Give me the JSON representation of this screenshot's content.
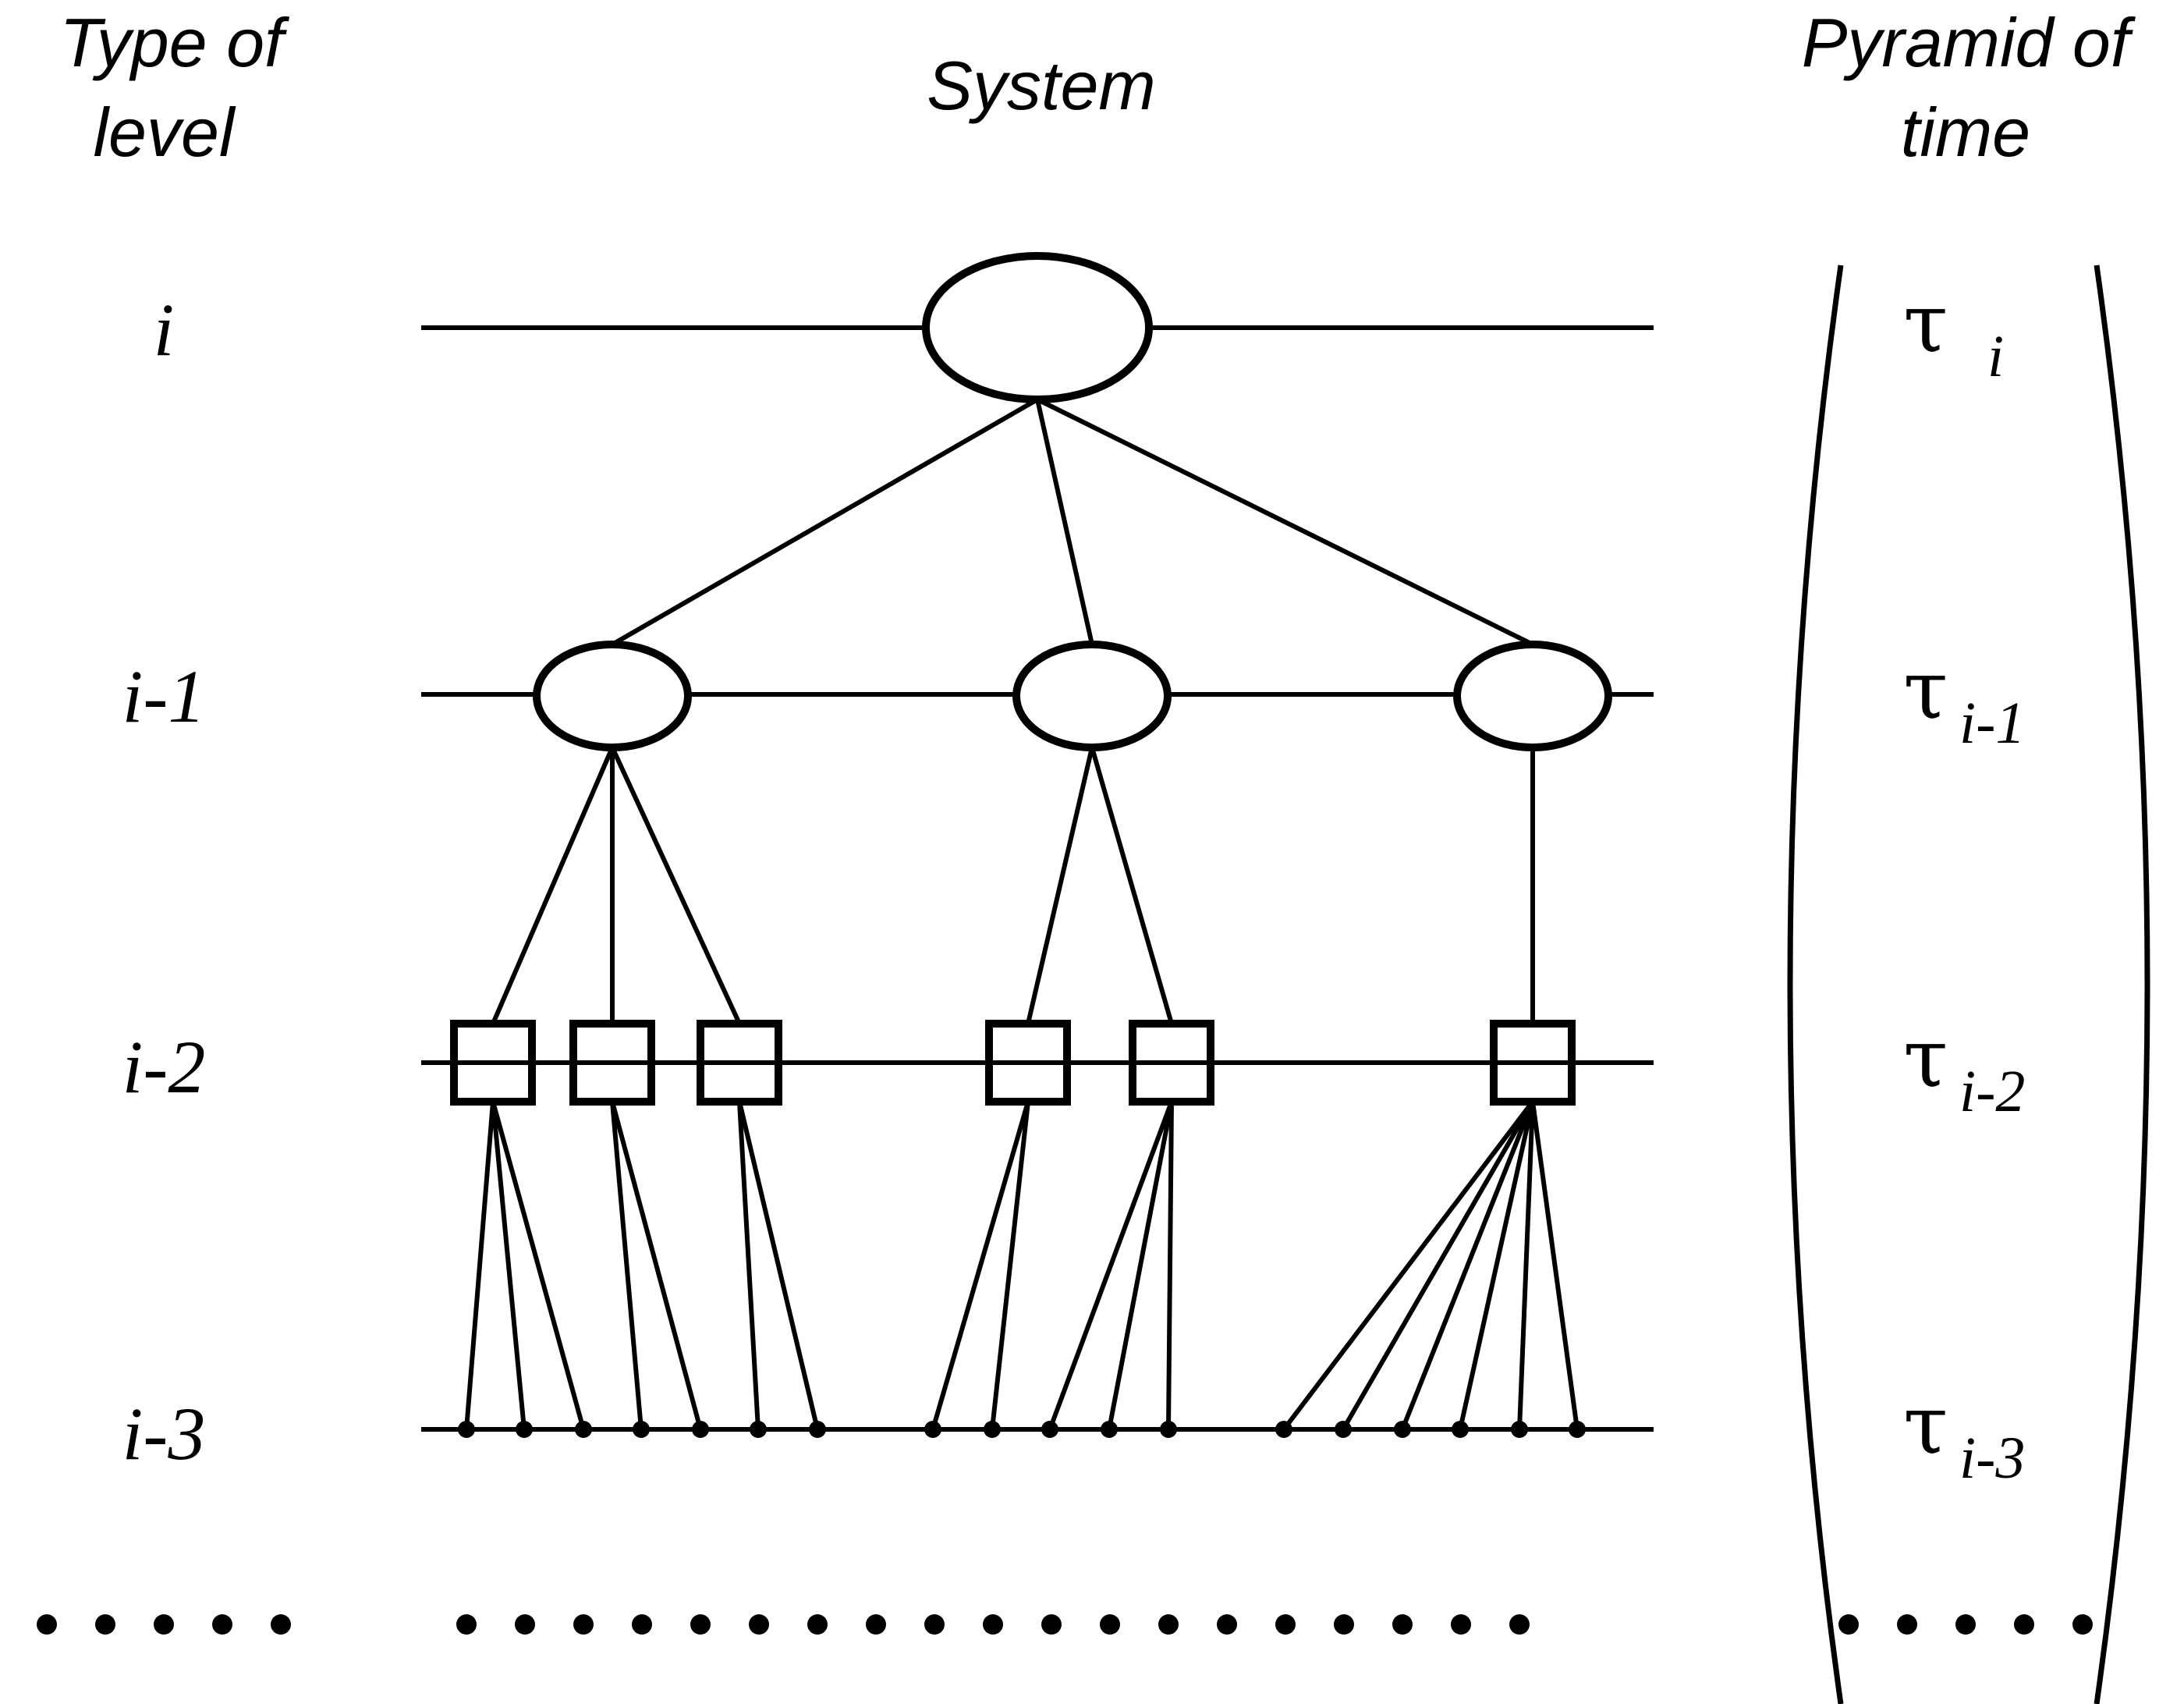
{
  "headers": {
    "type_of_level_line1": "Type of",
    "type_of_level_line2": "level",
    "system": "System",
    "pyramid_line1": "Pyramid of",
    "pyramid_line2": "time"
  },
  "levels": [
    {
      "label": "i",
      "tau": "τ",
      "tau_sub": "i"
    },
    {
      "label": "i-1",
      "tau": "τ",
      "tau_sub": "i-1"
    },
    {
      "label": "i-2",
      "tau": "τ",
      "tau_sub": "i-2"
    },
    {
      "label": "i-3",
      "tau": "τ",
      "tau_sub": "i-3"
    }
  ],
  "hierarchy": {
    "top_node": "ellipse",
    "level_1_nodes": 3,
    "level_2_children_per_level_1": [
      3,
      2,
      1
    ],
    "level_3_children_per_level_2": [
      3,
      2,
      2,
      2,
      3,
      6
    ]
  },
  "continuation": "ellipsis-dots",
  "colors": {
    "ink": "#000000",
    "background": "#ffffff"
  }
}
